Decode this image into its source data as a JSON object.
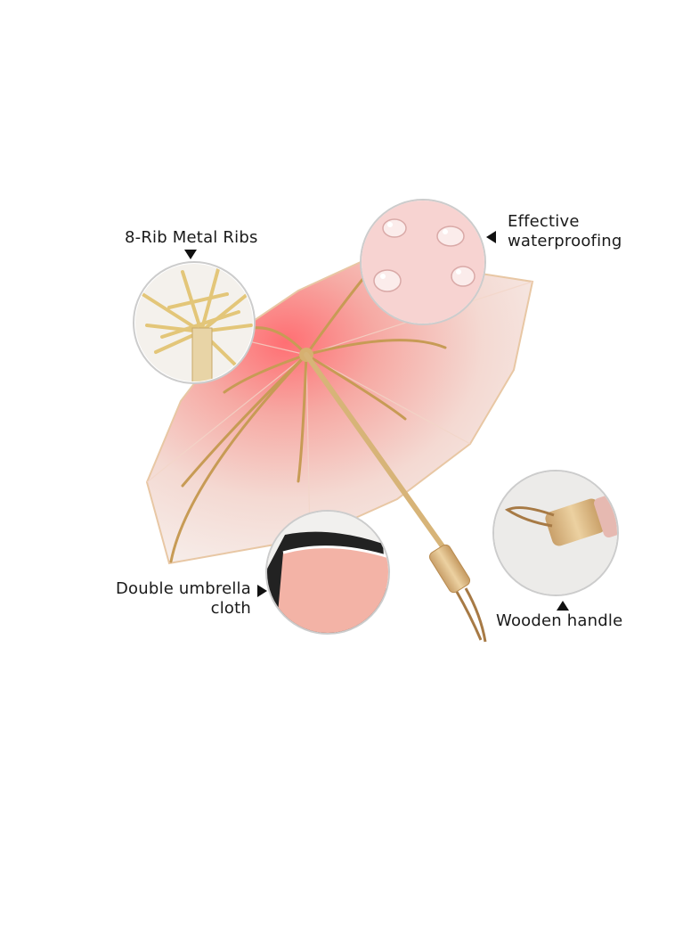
{
  "features": {
    "ribs": "8-Rib Metal Ribs",
    "water_line1": "Effective",
    "water_line2": "waterproofing",
    "double_line1": "Double umbrella",
    "double_line2": "cloth",
    "wood": "Wooden handle"
  },
  "colors": {
    "canopy_pink": "#f4a5a0",
    "canopy_red": "#ff6f73",
    "canopy_white": "#f7f3f0",
    "rib_gold": "#c79b55",
    "wood": "#e2bf86"
  },
  "icons": [
    "rib-closeup-image",
    "water-drops-image",
    "fabric-closeup-image",
    "handle-closeup-image"
  ]
}
